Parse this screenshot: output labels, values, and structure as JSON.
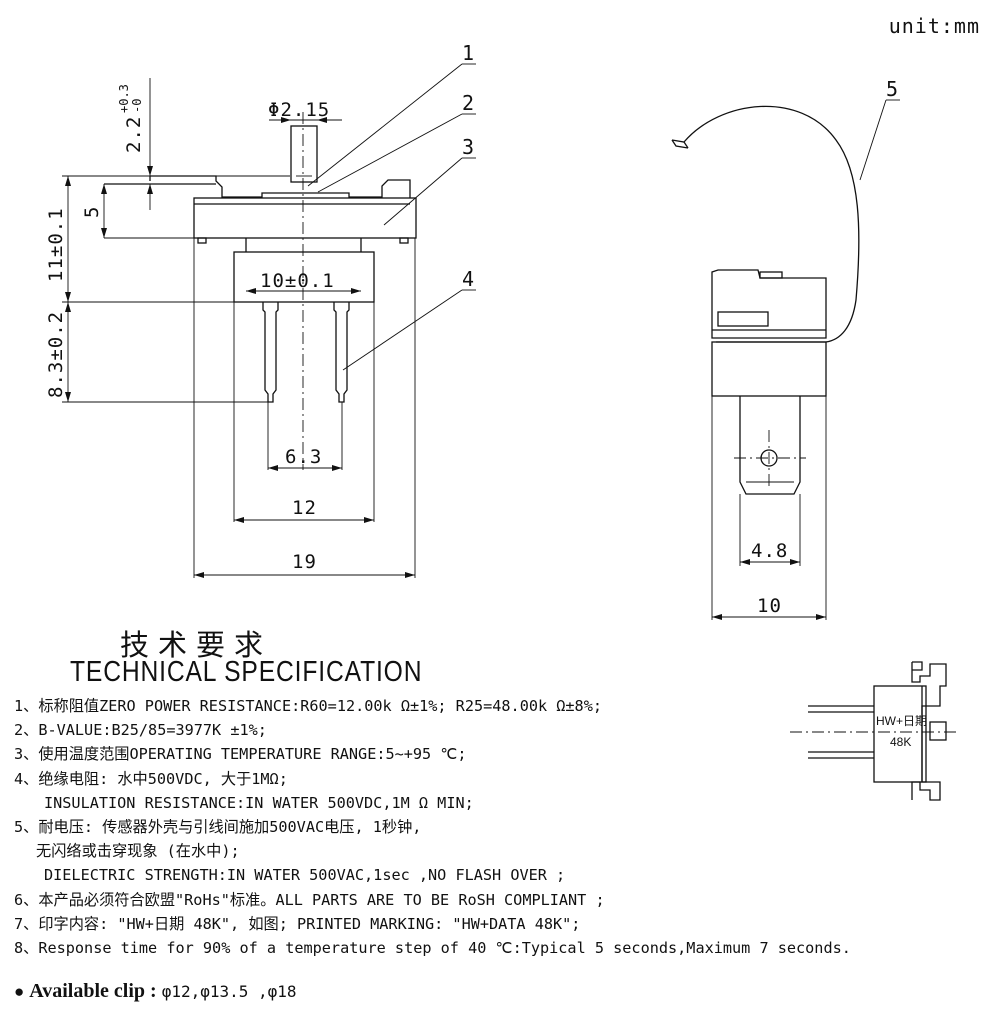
{
  "unit_label": "unit:mm",
  "callouts": {
    "c1": "1",
    "c2": "2",
    "c3": "3",
    "c4": "4",
    "c5": "5"
  },
  "dimensions": {
    "dia": "Φ2.15",
    "tol_upper": "+0.3",
    "tol_lower": "-0",
    "top_height": "2.2",
    "body_5": "5",
    "body_11": "11±0.1",
    "pin_8": "8.3±0.2",
    "width_10": "10±0.1",
    "width_6": "6.3",
    "width_12": "12",
    "width_19": "19",
    "side_4_8": "4.8",
    "side_10": "10"
  },
  "spec": {
    "heading_cn": "技术要求",
    "heading_en": "TECHNICAL SPECIFICATION",
    "lines": [
      "1、标称阻值ZERO POWER RESISTANCE:R60=12.00k Ω±1%; R25=48.00k Ω±8%;",
      "2、B-VALUE:B25/85=3977K ±1%;",
      "3、使用温度范围OPERATING TEMPERATURE RANGE:5~+95 ℃;",
      "4、绝缘电阻: 水中500VDC, 大于1MΩ;",
      "INSULATION RESISTANCE:IN WATER 500VDC,1M Ω MIN;",
      "5、耐电压: 传感器外壳与引线间施加500VAC电压, 1秒钟,",
      "无闪络或击穿现象 (在水中);",
      "DIELECTRIC STRENGTH:IN WATER 500VAC,1sec ,NO FLASH OVER ;",
      "6、本产品必须符合欧盟\"RoHs\"标准。ALL PARTS ARE TO BE RoSH COMPLIANT ;",
      "7、印字内容: \"HW+日期 48K\", 如图; PRINTED MARKING: \"HW+DATA 48K\";",
      "8、Response time for 90% of a temperature step of 40 ℃:Typical 5 seconds,Maximum 7 seconds."
    ]
  },
  "marking": {
    "line1": "HW+日期",
    "line2": "48K"
  },
  "clip": {
    "bullet": "●",
    "label": "Available clip :",
    "values": "φ12,φ13.5 ,φ18"
  }
}
